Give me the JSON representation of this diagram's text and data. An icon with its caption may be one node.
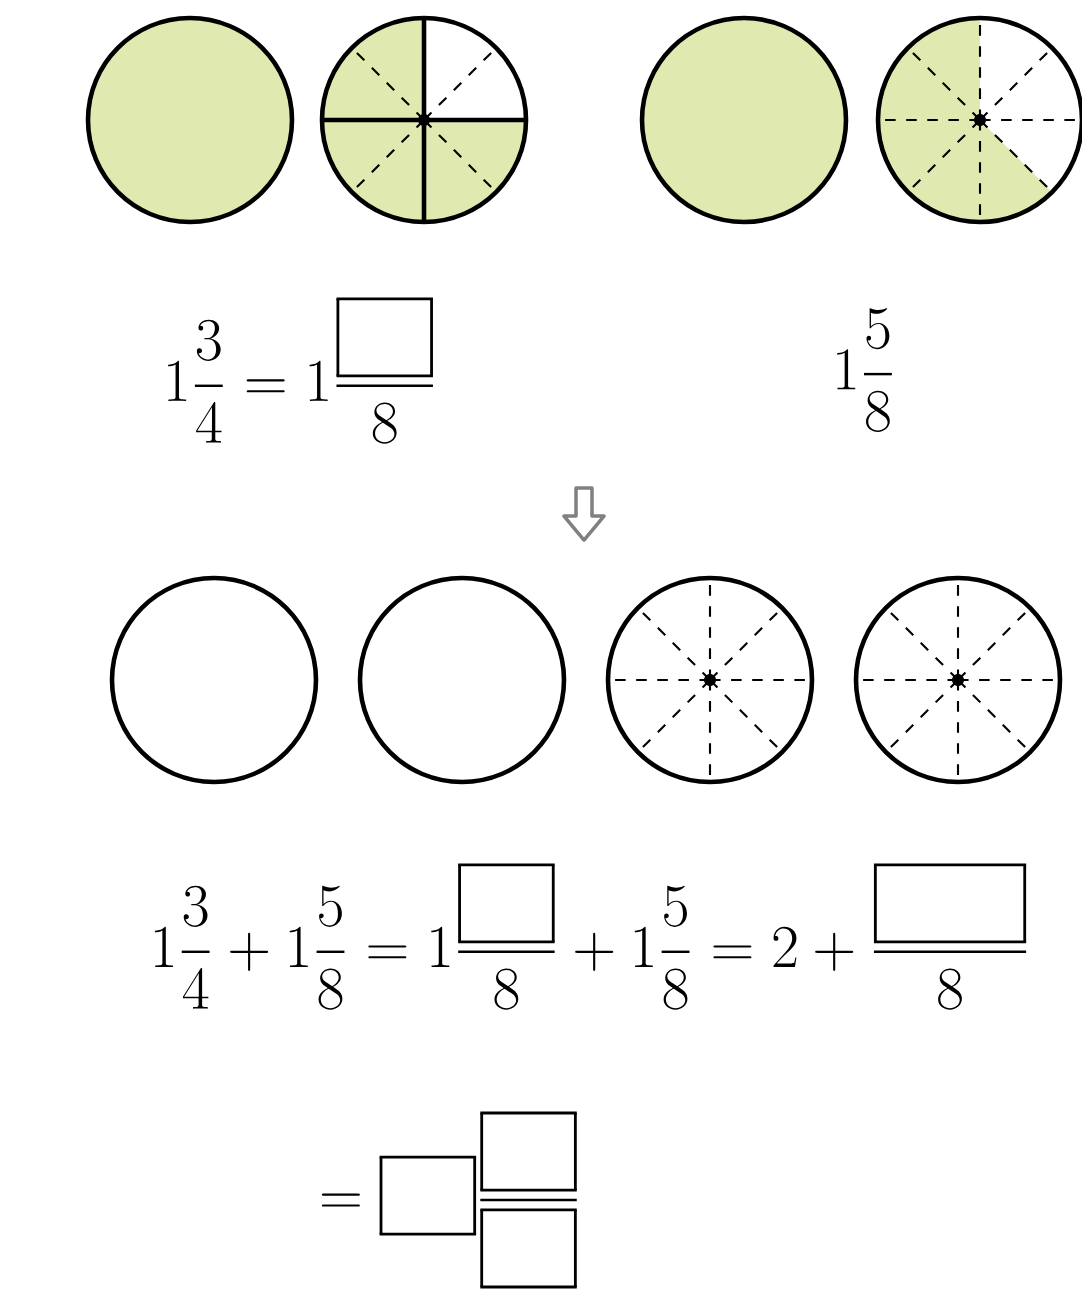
{
  "diagram": {
    "labels": [
      "1\\frac{3}{4}=1\\frac{\\boxed{\\phantom{00}}}{8}",
      "1\\frac{5}{8}",
      "1\\frac{3}{4}+1\\frac{5}{8}=1\\frac{\\boxed{\\phantom{00}}}{8}+1\\frac{5}{8}=2+\\frac{\\boxed{\\phantom{0000}}}{8}",
      "=\\boxed{\\phantom{00}}\\frac{\\boxed{\\phantom{00}}}{\\boxed{\\phantom{00}}}"
    ]
  }
}
